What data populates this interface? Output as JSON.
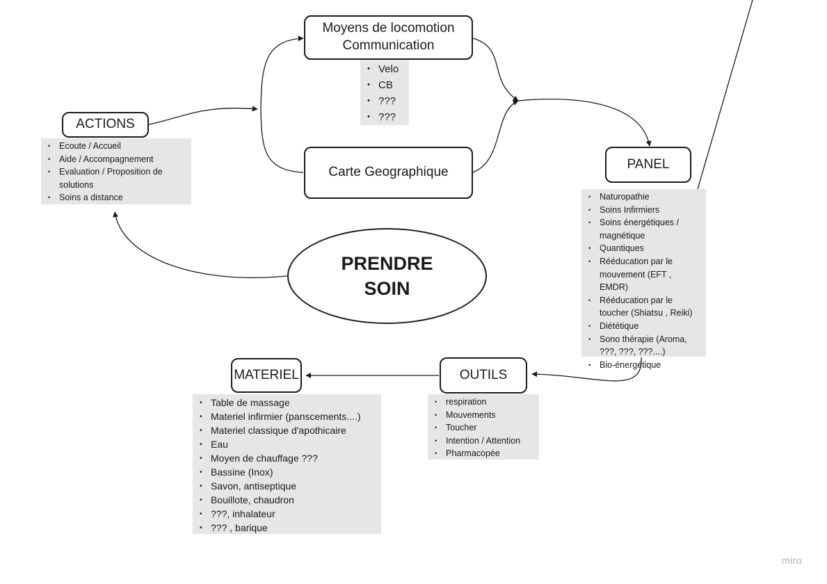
{
  "nodes": {
    "moyens": "Moyens de locomotion\nCommunication",
    "carte": "Carte Geographique",
    "actions": "ACTIONS",
    "panel": "PANEL",
    "prendre_soin": "PRENDRE\nSOIN",
    "outils": "OUTILS",
    "materiel": "MATERIEL"
  },
  "lists": {
    "moyens": [
      "Velo",
      "CB",
      "???",
      "???"
    ],
    "actions": [
      "Ecoute / Accueil",
      "Aide / Accompagnement",
      "Evaluation / Proposition de solutions",
      "Soins a distance"
    ],
    "panel": [
      "Naturopathie",
      "Soins Infirmiers",
      "Soins énergétiques / magnétique",
      "Quantiques",
      "Rééducation par le mouvement (EFT , EMDR)",
      "Rééducation par le toucher (Shiatsu , Reiki)",
      "Diététique",
      "Sono thérapie (Aroma, ???, ???, ???....)",
      "Bio-énergétique"
    ],
    "outils": [
      "respiration",
      "Mouvements",
      "Toucher",
      "Intention / Attention",
      "Pharmacopée"
    ],
    "materiel": [
      "Table de massage",
      "Materiel infirmier (panscements....)",
      "Materiel classique d'apothicaire",
      "Eau",
      "Moyen de chauffage ???",
      "Bassine (Inox)",
      "Savon, antiseptique",
      "Bouillote, chaudron",
      "???, inhalateur",
      "??? , barique"
    ]
  },
  "brand": "miro",
  "colors": {
    "list_bg": "#e6e6e6",
    "stroke": "#1a1a1a",
    "brand": "#b0b0b0"
  }
}
